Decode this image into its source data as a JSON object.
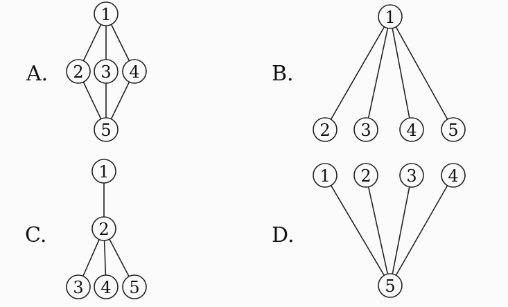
{
  "options": [
    {
      "label": "A.",
      "nodes": [
        "1",
        "2",
        "3",
        "4",
        "5"
      ],
      "edges": [
        [
          "1",
          "2"
        ],
        [
          "1",
          "3"
        ],
        [
          "1",
          "4"
        ],
        [
          "2",
          "5"
        ],
        [
          "3",
          "5"
        ],
        [
          "4",
          "5"
        ]
      ]
    },
    {
      "label": "B.",
      "nodes": [
        "1",
        "2",
        "3",
        "4",
        "5"
      ],
      "edges": [
        [
          "1",
          "2"
        ],
        [
          "1",
          "3"
        ],
        [
          "1",
          "4"
        ],
        [
          "1",
          "5"
        ]
      ]
    },
    {
      "label": "C.",
      "nodes": [
        "1",
        "2",
        "3",
        "4",
        "5"
      ],
      "edges": [
        [
          "1",
          "2"
        ],
        [
          "2",
          "3"
        ],
        [
          "2",
          "4"
        ],
        [
          "2",
          "5"
        ]
      ]
    },
    {
      "label": "D.",
      "nodes": [
        "1",
        "2",
        "3",
        "4",
        "5"
      ],
      "edges": [
        [
          "1",
          "5"
        ],
        [
          "2",
          "5"
        ],
        [
          "3",
          "5"
        ],
        [
          "4",
          "5"
        ]
      ]
    }
  ]
}
